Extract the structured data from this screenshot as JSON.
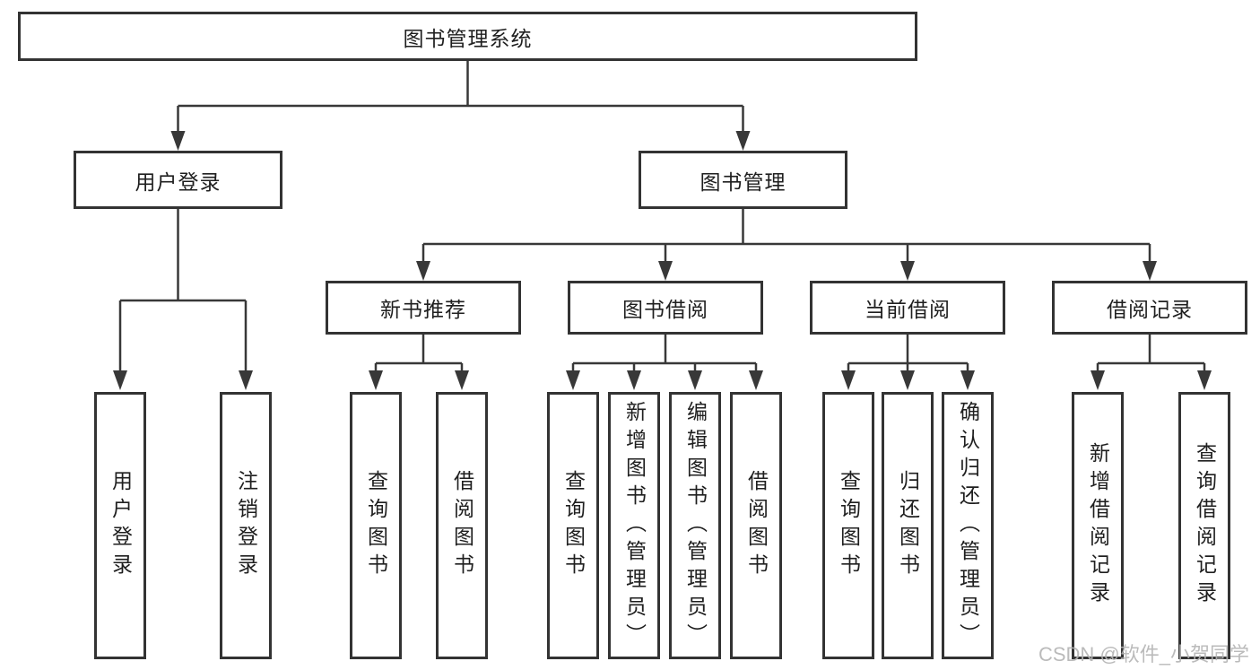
{
  "diagram": {
    "root": {
      "label": "图书管理系统"
    },
    "level2": [
      {
        "label": "用户登录"
      },
      {
        "label": "图书管理"
      }
    ],
    "level3": [
      {
        "label": "新书推荐"
      },
      {
        "label": "图书借阅"
      },
      {
        "label": "当前借阅"
      },
      {
        "label": "借阅记录"
      }
    ],
    "leaves": {
      "user_login": [
        "用户登录",
        "注销登录"
      ],
      "new_book": [
        "查询图书",
        "借阅图书"
      ],
      "book_borrow": [
        "查询图书",
        "新增图书（管理员）",
        "编辑图书（管理员）",
        "借阅图书"
      ],
      "current_borrow": [
        "查询图书",
        "归还图书",
        "确认归还（管理员）"
      ],
      "borrow_record": [
        "新增借阅记录",
        "查询借阅记录"
      ]
    }
  },
  "watermark": {
    "text": "CSDN @软件_小贺同学"
  },
  "colors": {
    "box_border": "#333333",
    "line": "#383838",
    "text": "#1f1f1f",
    "background": "#ffffff",
    "watermark": "#b4b4b4"
  }
}
